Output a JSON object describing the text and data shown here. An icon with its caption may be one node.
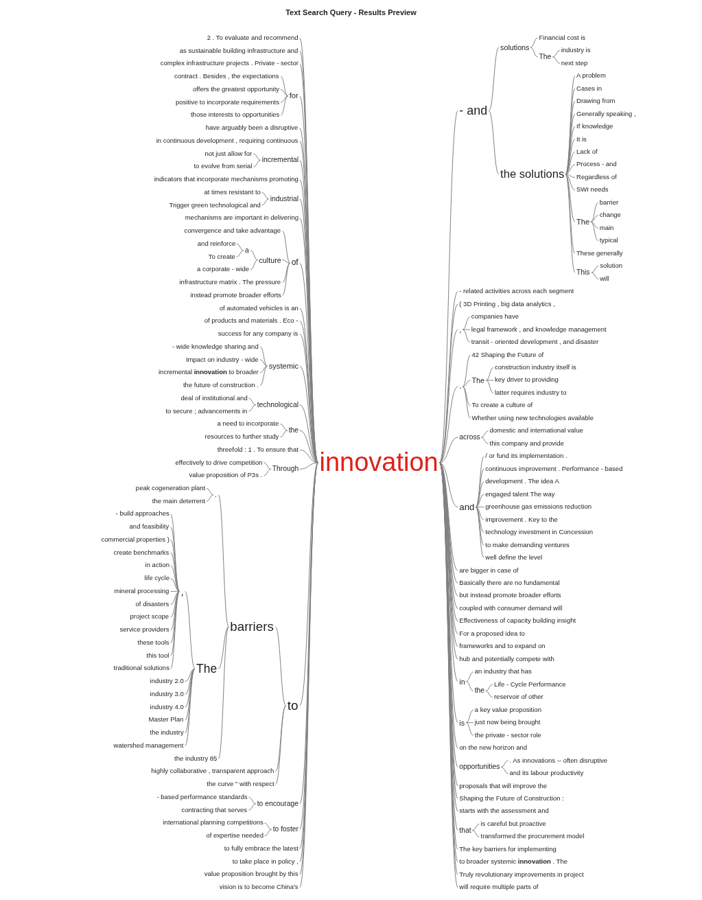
{
  "diagram": {
    "title": "Text Search Query - Results Preview",
    "nodes": [
      {
        "text": [
          "innovation"
        ]
      },
      {
        "text": [
          "2 . To evaluate and recommend"
        ]
      },
      {
        "text": [
          "as sustainable building infrastructure and"
        ]
      },
      {
        "text": [
          "complex infrastructure projects . Private - sector"
        ]
      },
      {
        "text": [
          "for"
        ]
      },
      {
        "text": [
          "contract . Besides , the expectations"
        ]
      },
      {
        "text": [
          "offers the greatest opportunity"
        ]
      },
      {
        "text": [
          "positive to incorporate requirements"
        ]
      },
      {
        "text": [
          "those interests to opportunities"
        ]
      },
      {
        "text": [
          "have arguably been a disruptive"
        ]
      },
      {
        "text": [
          "in continuous development , requiring continuous"
        ]
      },
      {
        "text": [
          "incremental"
        ]
      },
      {
        "text": [
          "not just allow for"
        ]
      },
      {
        "text": [
          "to evolve from serial"
        ]
      },
      {
        "text": [
          "indicators that incorporate mechanisms promoting"
        ]
      },
      {
        "text": [
          "industrial"
        ]
      },
      {
        "text": [
          "at times resistant to"
        ]
      },
      {
        "text": [
          "Trigger green technological and"
        ]
      },
      {
        "text": [
          "mechanisms are important in delivering"
        ]
      },
      {
        "text": [
          "of"
        ]
      },
      {
        "text": [
          "convergence and take advantage"
        ]
      },
      {
        "text": [
          "culture"
        ]
      },
      {
        "text": [
          "a"
        ]
      },
      {
        "text": [
          "and reinforce"
        ]
      },
      {
        "text": [
          "To create"
        ]
      },
      {
        "text": [
          "a corporate - wide"
        ]
      },
      {
        "text": [
          "infrastructure matrix . The pressure"
        ]
      },
      {
        "text": [
          "instead promote broader efforts"
        ]
      },
      {
        "text": [
          "of automated vehicles is an"
        ]
      },
      {
        "text": [
          "of products and materials . Eco -"
        ]
      },
      {
        "text": [
          "success for any company is"
        ]
      },
      {
        "text": [
          "systemic"
        ]
      },
      {
        "text": [
          "- wide knowledge sharing and"
        ]
      },
      {
        "text": [
          "Impact on industry - wide"
        ]
      },
      {
        "text": [
          "incremental **innovation** to broader"
        ]
      },
      {
        "text": [
          "the future of construction ."
        ]
      },
      {
        "text": [
          "technological"
        ]
      },
      {
        "text": [
          "deal of institutional and"
        ]
      },
      {
        "text": [
          "to secure ; advancements in"
        ]
      },
      {
        "text": [
          "the"
        ]
      },
      {
        "text": [
          "a need to incorporate"
        ]
      },
      {
        "text": [
          "resources to further study"
        ]
      },
      {
        "text": [
          "threefold : 1 . To ensure that"
        ]
      },
      {
        "text": [
          "Through"
        ]
      },
      {
        "text": [
          "effectively to drive competition"
        ]
      },
      {
        "text": [
          "value proposition of P3s ."
        ]
      },
      {
        "text": [
          "to"
        ]
      },
      {
        "text": [
          "barriers"
        ]
      },
      {
        "text": [
          "."
        ]
      },
      {
        "text": [
          "peak cogeneration plant"
        ]
      },
      {
        "text": [
          "the main deterrent"
        ]
      },
      {
        "text": [
          "The"
        ]
      },
      {
        "text": [
          ","
        ]
      },
      {
        "text": [
          "- build approaches"
        ]
      },
      {
        "text": [
          "and feasibility"
        ]
      },
      {
        "text": [
          "commercial properties )"
        ]
      },
      {
        "text": [
          "create benchmarks"
        ]
      },
      {
        "text": [
          "in action"
        ]
      },
      {
        "text": [
          "life cycle"
        ]
      },
      {
        "text": [
          "mineral processing"
        ]
      },
      {
        "text": [
          "of disasters"
        ]
      },
      {
        "text": [
          "project scope"
        ]
      },
      {
        "text": [
          "service providers"
        ]
      },
      {
        "text": [
          "these tools"
        ]
      },
      {
        "text": [
          "this tool"
        ]
      },
      {
        "text": [
          "traditional solutions"
        ]
      },
      {
        "text": [
          "industry 2.0"
        ]
      },
      {
        "text": [
          "industry 3.0"
        ]
      },
      {
        "text": [
          "industry 4.0"
        ]
      },
      {
        "text": [
          "Master Plan"
        ]
      },
      {
        "text": [
          "the industry"
        ]
      },
      {
        "text": [
          "watershed management"
        ]
      },
      {
        "text": [
          "the industry 85"
        ]
      },
      {
        "text": [
          "highly collaborative , transparent approach"
        ]
      },
      {
        "text": [
          "the curve \" with respect"
        ]
      },
      {
        "text": [
          "to encourage"
        ]
      },
      {
        "text": [
          "- based performance standards"
        ]
      },
      {
        "text": [
          "contracting that serves"
        ]
      },
      {
        "text": [
          "to foster"
        ]
      },
      {
        "text": [
          "international planning competitions"
        ]
      },
      {
        "text": [
          "of expertise needed"
        ]
      },
      {
        "text": [
          "to fully embrace the latest"
        ]
      },
      {
        "text": [
          "to take place in policy ,"
        ]
      },
      {
        "text": [
          "value proposition brought by this"
        ]
      },
      {
        "text": [
          "vision is to become China's"
        ]
      },
      {
        "text": [
          "- and"
        ]
      },
      {
        "text": [
          "solutions"
        ]
      },
      {
        "text": [
          "Financial cost is"
        ]
      },
      {
        "text": [
          "The"
        ]
      },
      {
        "text": [
          "industry is"
        ]
      },
      {
        "text": [
          "next step"
        ]
      },
      {
        "text": [
          "the solutions"
        ]
      },
      {
        "text": [
          "A problem"
        ]
      },
      {
        "text": [
          "Cases in"
        ]
      },
      {
        "text": [
          "Drawing from"
        ]
      },
      {
        "text": [
          "Generally speaking ,"
        ]
      },
      {
        "text": [
          "If knowledge"
        ]
      },
      {
        "text": [
          "It is"
        ]
      },
      {
        "text": [
          "Lack of"
        ]
      },
      {
        "text": [
          "Process - and"
        ]
      },
      {
        "text": [
          "Regardless of"
        ]
      },
      {
        "text": [
          "SWI needs"
        ]
      },
      {
        "text": [
          "The"
        ]
      },
      {
        "text": [
          "barrier"
        ]
      },
      {
        "text": [
          "change"
        ]
      },
      {
        "text": [
          "main"
        ]
      },
      {
        "text": [
          "typical"
        ]
      },
      {
        "text": [
          "These generally"
        ]
      },
      {
        "text": [
          "This"
        ]
      },
      {
        "text": [
          "solution"
        ]
      },
      {
        "text": [
          "will"
        ]
      },
      {
        "text": [
          "- related activities across each segment"
        ]
      },
      {
        "text": [
          "( 3D Printing , big data analytics ,"
        ]
      },
      {
        "text": [
          ","
        ]
      },
      {
        "text": [
          "companies have"
        ]
      },
      {
        "text": [
          "legal framework , and knowledge management"
        ]
      },
      {
        "text": [
          "transit - oriented development , and disaster"
        ]
      },
      {
        "text": [
          "."
        ]
      },
      {
        "text": [
          "42 Shaping the Future of"
        ]
      },
      {
        "text": [
          "The"
        ]
      },
      {
        "text": [
          "construction industry itself is"
        ]
      },
      {
        "text": [
          "key driver to providing"
        ]
      },
      {
        "text": [
          "latter requires industry to"
        ]
      },
      {
        "text": [
          "To create a culture of"
        ]
      },
      {
        "text": [
          "Whether using new technologies available"
        ]
      },
      {
        "text": [
          "across"
        ]
      },
      {
        "text": [
          "domestic and international value"
        ]
      },
      {
        "text": [
          "this company and provide"
        ]
      },
      {
        "text": [
          "and"
        ]
      },
      {
        "text": [
          "/ or fund its implementation ."
        ]
      },
      {
        "text": [
          "continuous improvement . Performance - based"
        ]
      },
      {
        "text": [
          "development . The idea A"
        ]
      },
      {
        "text": [
          "engaged talent The way"
        ]
      },
      {
        "text": [
          "greenhouse gas emissions reduction"
        ]
      },
      {
        "text": [
          "improvement . Key to the"
        ]
      },
      {
        "text": [
          "technology investment in Concession"
        ]
      },
      {
        "text": [
          "to make demanding ventures"
        ]
      },
      {
        "text": [
          "well define the level"
        ]
      },
      {
        "text": [
          "are bigger in case of"
        ]
      },
      {
        "text": [
          "Basically there are no fundamental"
        ]
      },
      {
        "text": [
          "but instead promote broader efforts"
        ]
      },
      {
        "text": [
          "coupled with consumer demand will"
        ]
      },
      {
        "text": [
          "Effectiveness of capacity building insight"
        ]
      },
      {
        "text": [
          "For a proposed idea to"
        ]
      },
      {
        "text": [
          "frameworks and to expand on"
        ]
      },
      {
        "text": [
          "hub and potentially compete with"
        ]
      },
      {
        "text": [
          "in"
        ]
      },
      {
        "text": [
          "an industry that has"
        ]
      },
      {
        "text": [
          "the"
        ]
      },
      {
        "text": [
          "Life - Cycle Performance"
        ]
      },
      {
        "text": [
          "reservoir of other"
        ]
      },
      {
        "text": [
          "is"
        ]
      },
      {
        "text": [
          "a key value proposition"
        ]
      },
      {
        "text": [
          "just now being brought"
        ]
      },
      {
        "text": [
          "the private - sector role"
        ]
      },
      {
        "text": [
          "on the new horizon and"
        ]
      },
      {
        "text": [
          "opportunities"
        ]
      },
      {
        "text": [
          ". As innovations -- often disruptive"
        ]
      },
      {
        "text": [
          "and its labour productivity"
        ]
      },
      {
        "text": [
          "proposals that will improve the"
        ]
      },
      {
        "text": [
          "Shaping the Future of Construction :"
        ]
      },
      {
        "text": [
          "starts with the assessment and"
        ]
      },
      {
        "text": [
          "that"
        ]
      },
      {
        "text": [
          "is careful but proactive"
        ]
      },
      {
        "text": [
          "transformed the procurement model"
        ]
      },
      {
        "text": [
          "The key barriers for implementing"
        ]
      },
      {
        "text": [
          "to broader systemic **innovation** . The"
        ]
      },
      {
        "text": [
          "Truly revolutionary improvements in project"
        ]
      },
      {
        "text": [
          "will require multiple parts of"
        ]
      }
    ],
    "edges": [
      {
        "from": 1,
        "to": 0,
        "arrow": "none"
      },
      {
        "from": 2,
        "to": 0,
        "arrow": "none"
      },
      {
        "from": 3,
        "to": 0,
        "arrow": "none"
      },
      {
        "from": 4,
        "to": 0,
        "arrow": "none"
      },
      {
        "from": 5,
        "to": 4,
        "arrow": "none"
      },
      {
        "from": 6,
        "to": 4,
        "arrow": "none"
      },
      {
        "from": 7,
        "to": 4,
        "arrow": "none"
      },
      {
        "from": 8,
        "to": 4,
        "arrow": "none"
      },
      {
        "from": 9,
        "to": 0,
        "arrow": "none"
      },
      {
        "from": 10,
        "to": 0,
        "arrow": "none"
      },
      {
        "from": 11,
        "to": 0,
        "arrow": "none"
      },
      {
        "from": 12,
        "to": 11,
        "arrow": "none"
      },
      {
        "from": 13,
        "to": 11,
        "arrow": "none"
      },
      {
        "from": 14,
        "to": 0,
        "arrow": "none"
      },
      {
        "from": 15,
        "to": 0,
        "arrow": "none"
      },
      {
        "from": 16,
        "to": 15,
        "arrow": "none"
      },
      {
        "from": 17,
        "to": 15,
        "arrow": "none"
      },
      {
        "from": 18,
        "to": 0,
        "arrow": "none"
      },
      {
        "from": 19,
        "to": 0,
        "arrow": "none"
      },
      {
        "from": 20,
        "to": 19,
        "arrow": "none"
      },
      {
        "from": 21,
        "to": 19,
        "arrow": "none"
      },
      {
        "from": 22,
        "to": 21,
        "arrow": "none"
      },
      {
        "from": 23,
        "to": 22,
        "arrow": "none"
      },
      {
        "from": 24,
        "to": 22,
        "arrow": "none"
      },
      {
        "from": 25,
        "to": 21,
        "arrow": "none"
      },
      {
        "from": 26,
        "to": 19,
        "arrow": "none"
      },
      {
        "from": 27,
        "to": 19,
        "arrow": "none"
      },
      {
        "from": 28,
        "to": 0,
        "arrow": "none"
      },
      {
        "from": 29,
        "to": 0,
        "arrow": "none"
      },
      {
        "from": 30,
        "to": 0,
        "arrow": "none"
      },
      {
        "from": 31,
        "to": 0,
        "arrow": "none"
      },
      {
        "from": 32,
        "to": 31,
        "arrow": "none"
      },
      {
        "from": 33,
        "to": 31,
        "arrow": "none"
      },
      {
        "from": 34,
        "to": 31,
        "arrow": "none"
      },
      {
        "from": 35,
        "to": 31,
        "arrow": "none"
      },
      {
        "from": 36,
        "to": 0,
        "arrow": "none"
      },
      {
        "from": 37,
        "to": 36,
        "arrow": "none"
      },
      {
        "from": 38,
        "to": 36,
        "arrow": "none"
      },
      {
        "from": 39,
        "to": 0,
        "arrow": "none"
      },
      {
        "from": 40,
        "to": 39,
        "arrow": "none"
      },
      {
        "from": 41,
        "to": 39,
        "arrow": "none"
      },
      {
        "from": 42,
        "to": 0,
        "arrow": "none"
      },
      {
        "from": 43,
        "to": 0,
        "arrow": "none"
      },
      {
        "from": 44,
        "to": 43,
        "arrow": "none"
      },
      {
        "from": 45,
        "to": 43,
        "arrow": "none"
      },
      {
        "from": 46,
        "to": 0,
        "arrow": "none"
      },
      {
        "from": 47,
        "to": 46,
        "arrow": "none"
      },
      {
        "from": 48,
        "to": 47,
        "arrow": "none"
      },
      {
        "from": 49,
        "to": 48,
        "arrow": "none"
      },
      {
        "from": 50,
        "to": 48,
        "arrow": "none"
      },
      {
        "from": 51,
        "to": 47,
        "arrow": "none"
      },
      {
        "from": 52,
        "to": 51,
        "arrow": "none"
      },
      {
        "from": 53,
        "to": 52,
        "arrow": "none"
      },
      {
        "from": 54,
        "to": 52,
        "arrow": "none"
      },
      {
        "from": 55,
        "to": 52,
        "arrow": "none"
      },
      {
        "from": 56,
        "to": 52,
        "arrow": "none"
      },
      {
        "from": 57,
        "to": 52,
        "arrow": "none"
      },
      {
        "from": 58,
        "to": 52,
        "arrow": "none"
      },
      {
        "from": 59,
        "to": 52,
        "arrow": "none"
      },
      {
        "from": 60,
        "to": 52,
        "arrow": "none"
      },
      {
        "from": 61,
        "to": 52,
        "arrow": "none"
      },
      {
        "from": 62,
        "to": 52,
        "arrow": "none"
      },
      {
        "from": 63,
        "to": 52,
        "arrow": "none"
      },
      {
        "from": 64,
        "to": 52,
        "arrow": "none"
      },
      {
        "from": 65,
        "to": 52,
        "arrow": "none"
      },
      {
        "from": 66,
        "to": 51,
        "arrow": "none"
      },
      {
        "from": 67,
        "to": 51,
        "arrow": "none"
      },
      {
        "from": 68,
        "to": 51,
        "arrow": "none"
      },
      {
        "from": 69,
        "to": 51,
        "arrow": "none"
      },
      {
        "from": 70,
        "to": 51,
        "arrow": "none"
      },
      {
        "from": 71,
        "to": 51,
        "arrow": "none"
      },
      {
        "from": 72,
        "to": 47,
        "arrow": "none"
      },
      {
        "from": 73,
        "to": 46,
        "arrow": "none"
      },
      {
        "from": 74,
        "to": 46,
        "arrow": "none"
      },
      {
        "from": 75,
        "to": 0,
        "arrow": "none"
      },
      {
        "from": 76,
        "to": 75,
        "arrow": "none"
      },
      {
        "from": 77,
        "to": 75,
        "arrow": "none"
      },
      {
        "from": 78,
        "to": 0,
        "arrow": "none"
      },
      {
        "from": 79,
        "to": 78,
        "arrow": "none"
      },
      {
        "from": 80,
        "to": 78,
        "arrow": "none"
      },
      {
        "from": 81,
        "to": 0,
        "arrow": "none"
      },
      {
        "from": 82,
        "to": 0,
        "arrow": "none"
      },
      {
        "from": 83,
        "to": 0,
        "arrow": "none"
      },
      {
        "from": 84,
        "to": 0,
        "arrow": "none"
      },
      {
        "from": 0,
        "to": 85,
        "arrow": "none"
      },
      {
        "from": 85,
        "to": 86,
        "arrow": "none"
      },
      {
        "from": 86,
        "to": 87,
        "arrow": "none"
      },
      {
        "from": 86,
        "to": 88,
        "arrow": "none"
      },
      {
        "from": 88,
        "to": 89,
        "arrow": "none"
      },
      {
        "from": 88,
        "to": 90,
        "arrow": "none"
      },
      {
        "from": 85,
        "to": 91,
        "arrow": "none"
      },
      {
        "from": 91,
        "to": 92,
        "arrow": "none"
      },
      {
        "from": 91,
        "to": 93,
        "arrow": "none"
      },
      {
        "from": 91,
        "to": 94,
        "arrow": "none"
      },
      {
        "from": 91,
        "to": 95,
        "arrow": "none"
      },
      {
        "from": 91,
        "to": 96,
        "arrow": "none"
      },
      {
        "from": 91,
        "to": 97,
        "arrow": "none"
      },
      {
        "from": 91,
        "to": 98,
        "arrow": "none"
      },
      {
        "from": 91,
        "to": 99,
        "arrow": "none"
      },
      {
        "from": 91,
        "to": 100,
        "arrow": "none"
      },
      {
        "from": 91,
        "to": 101,
        "arrow": "none"
      },
      {
        "from": 91,
        "to": 102,
        "arrow": "none"
      },
      {
        "from": 102,
        "to": 103,
        "arrow": "none"
      },
      {
        "from": 102,
        "to": 104,
        "arrow": "none"
      },
      {
        "from": 102,
        "to": 105,
        "arrow": "none"
      },
      {
        "from": 102,
        "to": 106,
        "arrow": "none"
      },
      {
        "from": 91,
        "to": 107,
        "arrow": "none"
      },
      {
        "from": 91,
        "to": 108,
        "arrow": "none"
      },
      {
        "from": 108,
        "to": 109,
        "arrow": "none"
      },
      {
        "from": 108,
        "to": 110,
        "arrow": "none"
      },
      {
        "from": 0,
        "to": 111,
        "arrow": "none"
      },
      {
        "from": 0,
        "to": 112,
        "arrow": "none"
      },
      {
        "from": 0,
        "to": 113,
        "arrow": "none"
      },
      {
        "from": 113,
        "to": 114,
        "arrow": "none"
      },
      {
        "from": 113,
        "to": 115,
        "arrow": "none"
      },
      {
        "from": 113,
        "to": 116,
        "arrow": "none"
      },
      {
        "from": 0,
        "to": 117,
        "arrow": "none"
      },
      {
        "from": 117,
        "to": 118,
        "arrow": "none"
      },
      {
        "from": 117,
        "to": 119,
        "arrow": "none"
      },
      {
        "from": 119,
        "to": 120,
        "arrow": "none"
      },
      {
        "from": 119,
        "to": 121,
        "arrow": "none"
      },
      {
        "from": 119,
        "to": 122,
        "arrow": "none"
      },
      {
        "from": 117,
        "to": 123,
        "arrow": "none"
      },
      {
        "from": 117,
        "to": 124,
        "arrow": "none"
      },
      {
        "from": 0,
        "to": 125,
        "arrow": "none"
      },
      {
        "from": 125,
        "to": 126,
        "arrow": "none"
      },
      {
        "from": 125,
        "to": 127,
        "arrow": "none"
      },
      {
        "from": 0,
        "to": 128,
        "arrow": "none"
      },
      {
        "from": 128,
        "to": 129,
        "arrow": "none"
      },
      {
        "from": 128,
        "to": 130,
        "arrow": "none"
      },
      {
        "from": 128,
        "to": 131,
        "arrow": "none"
      },
      {
        "from": 128,
        "to": 132,
        "arrow": "none"
      },
      {
        "from": 128,
        "to": 133,
        "arrow": "none"
      },
      {
        "from": 128,
        "to": 134,
        "arrow": "none"
      },
      {
        "from": 128,
        "to": 135,
        "arrow": "none"
      },
      {
        "from": 128,
        "to": 136,
        "arrow": "none"
      },
      {
        "from": 128,
        "to": 137,
        "arrow": "none"
      },
      {
        "from": 0,
        "to": 138,
        "arrow": "none"
      },
      {
        "from": 0,
        "to": 139,
        "arrow": "none"
      },
      {
        "from": 0,
        "to": 140,
        "arrow": "none"
      },
      {
        "from": 0,
        "to": 141,
        "arrow": "none"
      },
      {
        "from": 0,
        "to": 142,
        "arrow": "none"
      },
      {
        "from": 0,
        "to": 143,
        "arrow": "none"
      },
      {
        "from": 0,
        "to": 144,
        "arrow": "none"
      },
      {
        "from": 0,
        "to": 145,
        "arrow": "none"
      },
      {
        "from": 0,
        "to": 146,
        "arrow": "none"
      },
      {
        "from": 146,
        "to": 147,
        "arrow": "none"
      },
      {
        "from": 146,
        "to": 148,
        "arrow": "none"
      },
      {
        "from": 148,
        "to": 149,
        "arrow": "none"
      },
      {
        "from": 148,
        "to": 150,
        "arrow": "none"
      },
      {
        "from": 0,
        "to": 151,
        "arrow": "none"
      },
      {
        "from": 151,
        "to": 152,
        "arrow": "none"
      },
      {
        "from": 151,
        "to": 153,
        "arrow": "none"
      },
      {
        "from": 151,
        "to": 154,
        "arrow": "none"
      },
      {
        "from": 0,
        "to": 155,
        "arrow": "none"
      },
      {
        "from": 0,
        "to": 156,
        "arrow": "none"
      },
      {
        "from": 156,
        "to": 157,
        "arrow": "none"
      },
      {
        "from": 156,
        "to": 158,
        "arrow": "none"
      },
      {
        "from": 0,
        "to": 159,
        "arrow": "none"
      },
      {
        "from": 0,
        "to": 160,
        "arrow": "none"
      },
      {
        "from": 0,
        "to": 161,
        "arrow": "none"
      },
      {
        "from": 0,
        "to": 162,
        "arrow": "none"
      },
      {
        "from": 162,
        "to": 163,
        "arrow": "none"
      },
      {
        "from": 162,
        "to": 164,
        "arrow": "none"
      },
      {
        "from": 0,
        "to": 165,
        "arrow": "none"
      },
      {
        "from": 0,
        "to": 166,
        "arrow": "none"
      },
      {
        "from": 0,
        "to": 167,
        "arrow": "none"
      },
      {
        "from": 0,
        "to": 168,
        "arrow": "none"
      }
    ]
  }
}
